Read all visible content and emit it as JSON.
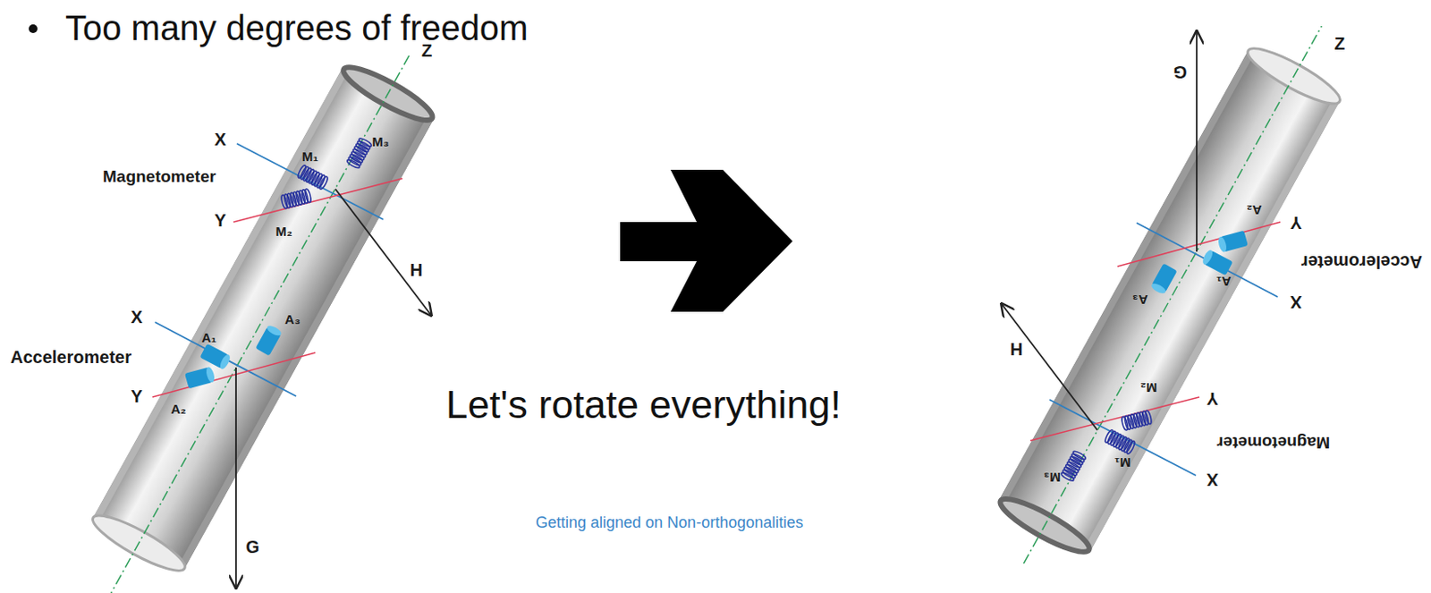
{
  "diagram": {
    "title": "Too many degrees of freedom",
    "labels": [
      "Z",
      "X",
      "Magnetometer",
      "M₁",
      "M₃",
      "Y",
      "M₂",
      "H",
      "X",
      "Accelerometer",
      "A₁",
      "A₃",
      "Y",
      "A₂",
      "G",
      "Z",
      "X",
      "Magnetometer",
      "M₁",
      "M₃",
      "Y",
      "M₂",
      "H",
      "X",
      "Accelerometer",
      "A₁",
      "A₃",
      "Y",
      "A₂",
      "G",
      "Let's rotate everything!",
      "Getting aligned on Non-orthogonalities"
    ]
  }
}
